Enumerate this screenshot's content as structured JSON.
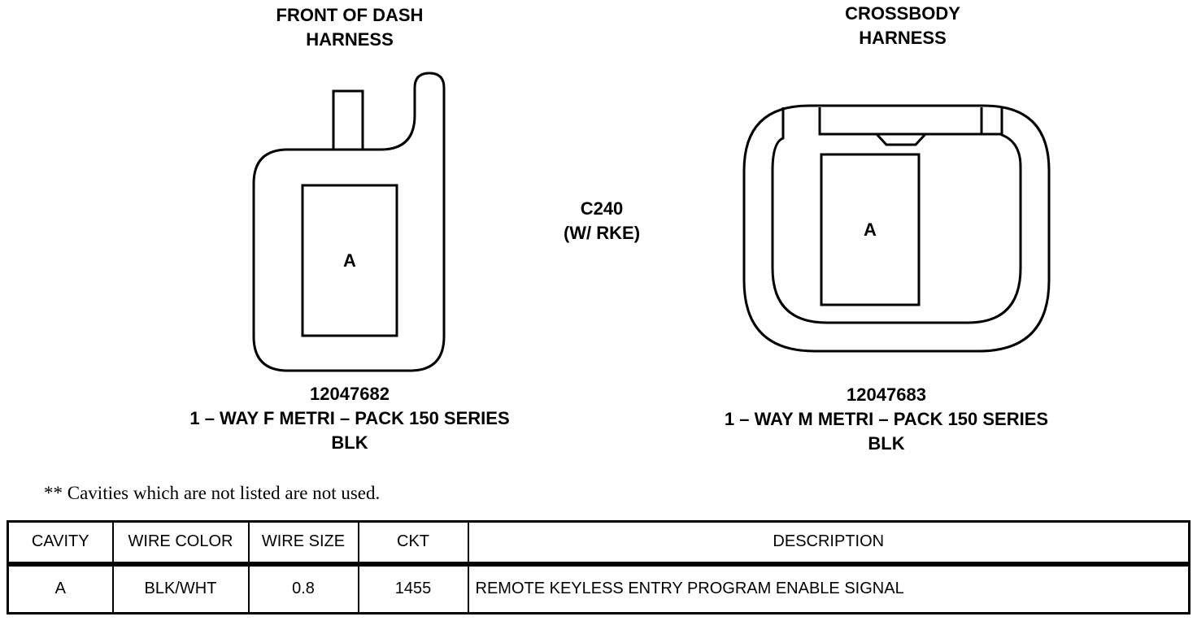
{
  "left_connector": {
    "harness_line1": "FRONT OF DASH",
    "harness_line2": "HARNESS",
    "cavity_label": "A",
    "part_number": "12047682",
    "description": "1 – WAY F METRI – PACK 150 SERIES",
    "color": "BLK"
  },
  "center": {
    "connector_id": "C240",
    "option": "(W/ RKE)"
  },
  "right_connector": {
    "harness_line1": "CROSSBODY",
    "harness_line2": "HARNESS",
    "cavity_label": "A",
    "part_number": "12047683",
    "description": "1 – WAY M METRI – PACK 150 SERIES",
    "color": "BLK"
  },
  "note": "** Cavities which are not listed are not used.",
  "table": {
    "headers": [
      "CAVITY",
      "WIRE COLOR",
      "WIRE SIZE",
      "CKT",
      "DESCRIPTION"
    ],
    "rows": [
      [
        "A",
        "BLK/WHT",
        "0.8",
        "1455",
        "REMOTE KEYLESS ENTRY PROGRAM ENABLE SIGNAL"
      ]
    ]
  }
}
